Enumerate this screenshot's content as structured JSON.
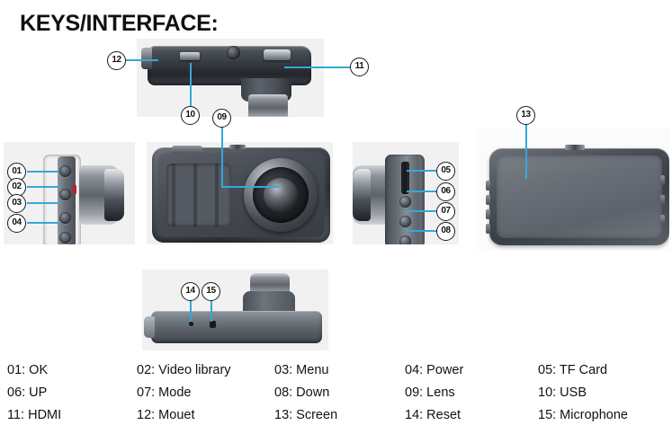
{
  "title": "KEYS/INTERFACE:",
  "accent_line_color": "#36a8d8",
  "panel_background": "#f1f1f1",
  "views": {
    "top_edge": {
      "name": "top-edge-view",
      "callouts": [
        "12",
        "11",
        "10",
        "09"
      ]
    },
    "left_side": {
      "name": "left-side-view",
      "callouts": [
        "01",
        "02",
        "03",
        "04"
      ]
    },
    "front": {
      "name": "front-lens-view",
      "callouts": [
        "09",
        "10"
      ]
    },
    "right_side": {
      "name": "right-side-view",
      "callouts": [
        "05",
        "06",
        "07",
        "08"
      ]
    },
    "screen": {
      "name": "rear-screen-view",
      "callouts": [
        "13"
      ]
    },
    "bottom": {
      "name": "bottom-edge-view",
      "callouts": [
        "14",
        "15"
      ]
    }
  },
  "callouts": {
    "c01": "01",
    "c02": "02",
    "c03": "03",
    "c04": "04",
    "c05": "05",
    "c06": "06",
    "c07": "07",
    "c08": "08",
    "c09": "09",
    "c10": "10",
    "c11": "11",
    "c12": "12",
    "c13": "13",
    "c14": "14",
    "c15": "15"
  },
  "legend": {
    "columns": 5,
    "rows": 3,
    "entries": [
      {
        "id": "01",
        "label": "01: OK",
        "row": 1,
        "col": 1
      },
      {
        "id": "02",
        "label": "02: Video library",
        "row": 1,
        "col": 2
      },
      {
        "id": "03",
        "label": "03: Menu",
        "row": 1,
        "col": 3
      },
      {
        "id": "04",
        "label": "04: Power",
        "row": 1,
        "col": 4
      },
      {
        "id": "05",
        "label": "05: TF Card",
        "row": 1,
        "col": 5
      },
      {
        "id": "06",
        "label": "06: UP",
        "row": 2,
        "col": 1
      },
      {
        "id": "07",
        "label": "07: Mode",
        "row": 2,
        "col": 2
      },
      {
        "id": "08",
        "label": "08: Down",
        "row": 2,
        "col": 3
      },
      {
        "id": "09",
        "label": "09: Lens",
        "row": 2,
        "col": 4
      },
      {
        "id": "10",
        "label": "10: USB",
        "row": 2,
        "col": 5
      },
      {
        "id": "11",
        "label": "11: HDMI",
        "row": 3,
        "col": 1
      },
      {
        "id": "12",
        "label": "12: Mouet",
        "row": 3,
        "col": 2
      },
      {
        "id": "13",
        "label": "13: Screen",
        "row": 3,
        "col": 3
      },
      {
        "id": "14",
        "label": "14: Reset",
        "row": 3,
        "col": 4
      },
      {
        "id": "15",
        "label": "15: Microphone",
        "row": 3,
        "col": 5
      }
    ]
  }
}
